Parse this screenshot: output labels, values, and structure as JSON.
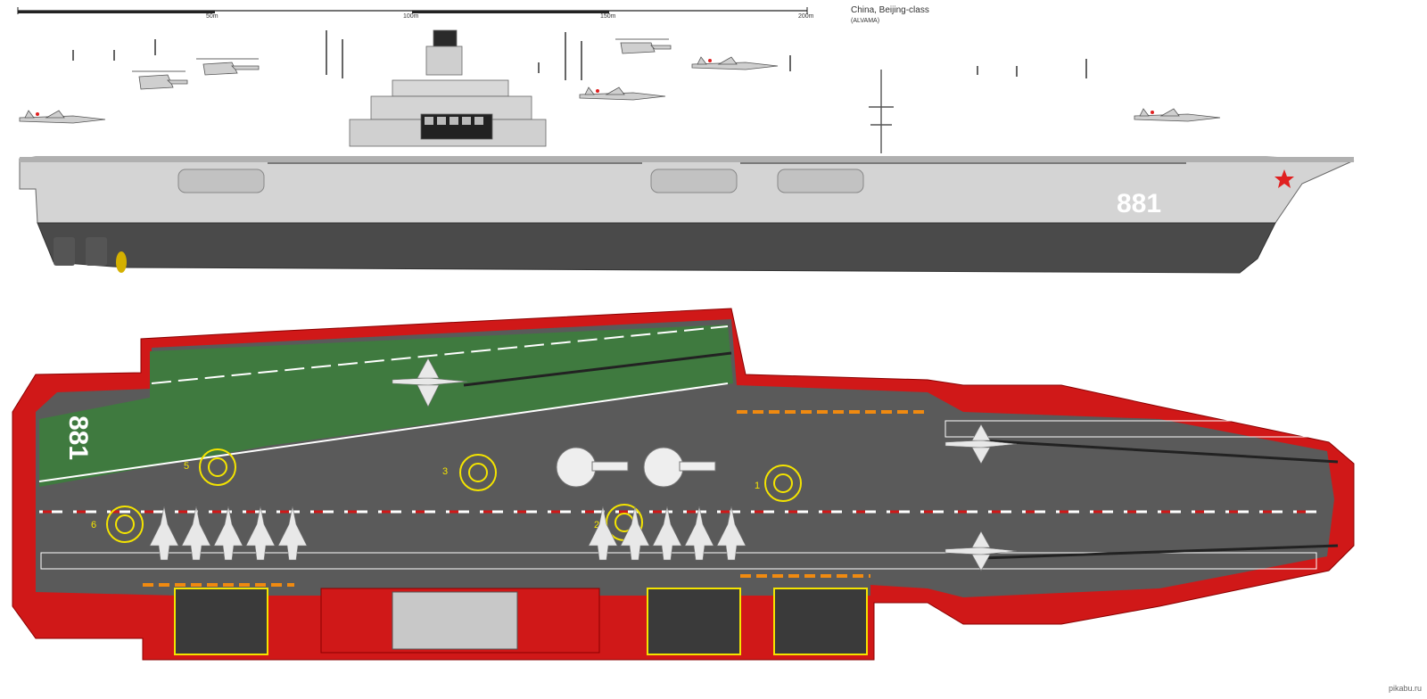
{
  "header": {
    "title": "China, Beijing-class",
    "subtitle": "(ALVAMA)"
  },
  "scale_bar": {
    "ticks": [
      "50m",
      "100m",
      "150m",
      "200m"
    ]
  },
  "profile": {
    "hull_number": "881"
  },
  "deck": {
    "hull_number": "881",
    "spot_numbers": [
      "5",
      "3",
      "1",
      "6",
      "2"
    ]
  },
  "credit": "pikabu.ru",
  "colors": {
    "hull_light": "#d4d4d4",
    "hull_dark": "#4a4a4a",
    "deck_grey": "#5a5a5a",
    "deck_green": "#3f7a3f",
    "deck_red": "#d01818",
    "marking_yellow": "#f4e400",
    "marking_orange": "#f08a10",
    "star_red": "#e02020"
  }
}
